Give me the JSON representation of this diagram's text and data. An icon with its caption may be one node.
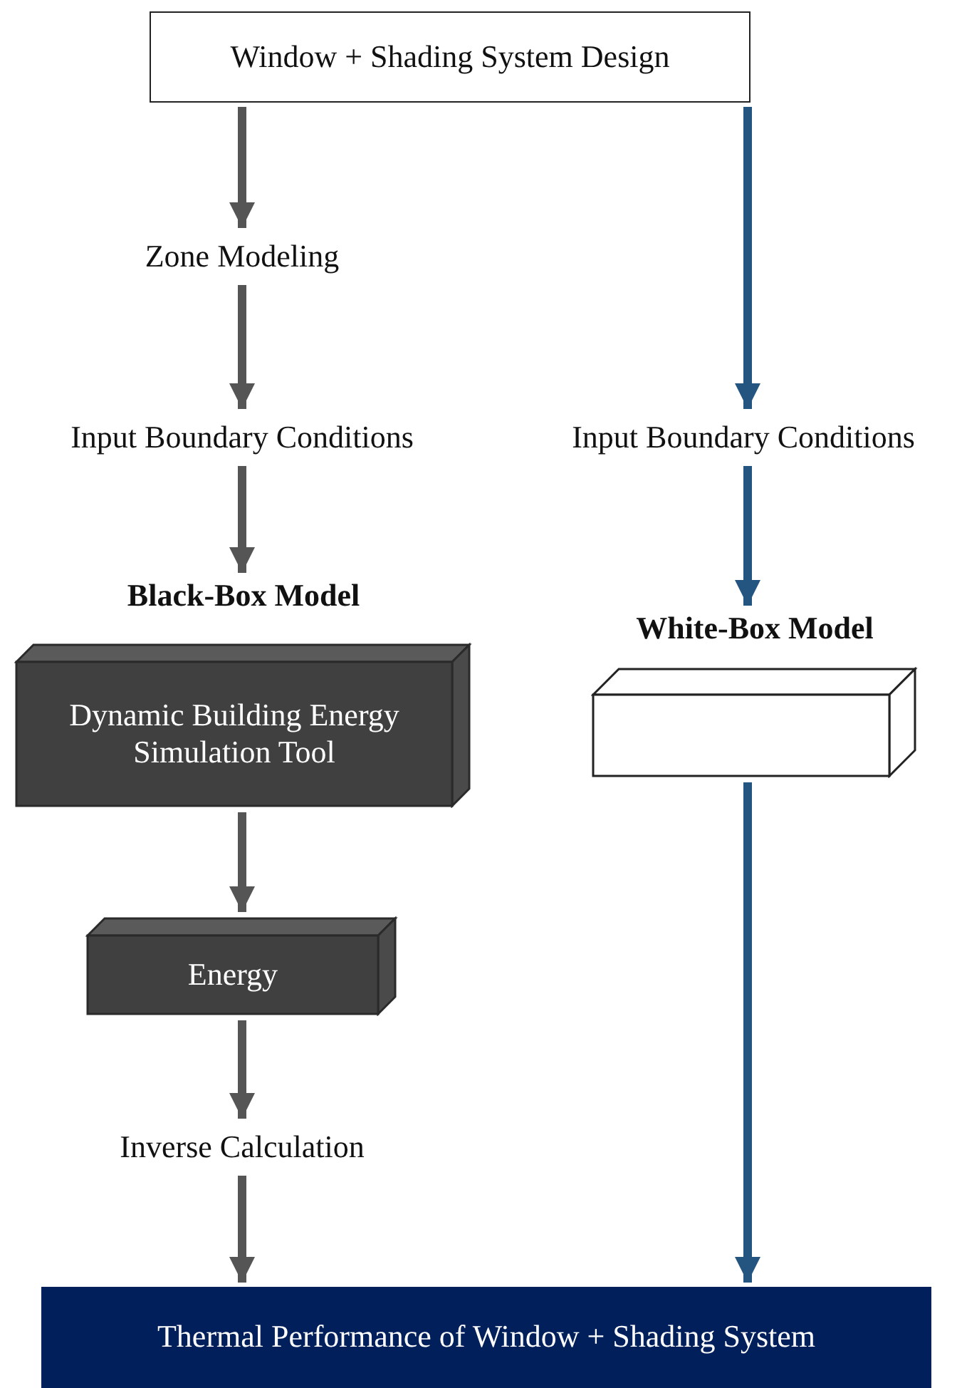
{
  "diagram": {
    "nodes": [
      {
        "text": [
          "Window + Shading System Design"
        ]
      },
      {
        "text": [
          "Zone Modeling"
        ]
      },
      {
        "text": [
          "Input Boundary Conditions"
        ]
      },
      {
        "text": [
          "Input Boundary Conditions"
        ]
      },
      {
        "text": [
          "Black-Box Model",
          "Dynamic Building Energy Simulation Tool"
        ]
      },
      {
        "text": [
          "White-Box Model"
        ]
      },
      {
        "text": [
          "Energy"
        ]
      },
      {
        "text": [
          "Inverse Calculation"
        ]
      },
      {
        "text": [
          "Thermal Performance of Window + Shading System"
        ]
      }
    ],
    "edges": [
      {
        "from": 0,
        "to": 1,
        "arrow": "to"
      },
      {
        "from": 1,
        "to": 2,
        "arrow": "to"
      },
      {
        "from": 2,
        "to": 4,
        "arrow": "to"
      },
      {
        "from": 4,
        "to": 6,
        "arrow": "to"
      },
      {
        "from": 6,
        "to": 7,
        "arrow": "to"
      },
      {
        "from": 7,
        "to": 8,
        "arrow": "to"
      },
      {
        "from": 0,
        "to": 3,
        "arrow": "to",
        "color": "#245580"
      },
      {
        "from": 3,
        "to": 5,
        "arrow": "to",
        "color": "#245580"
      },
      {
        "from": 5,
        "to": 8,
        "arrow": "to",
        "color": "#245580"
      }
    ]
  }
}
